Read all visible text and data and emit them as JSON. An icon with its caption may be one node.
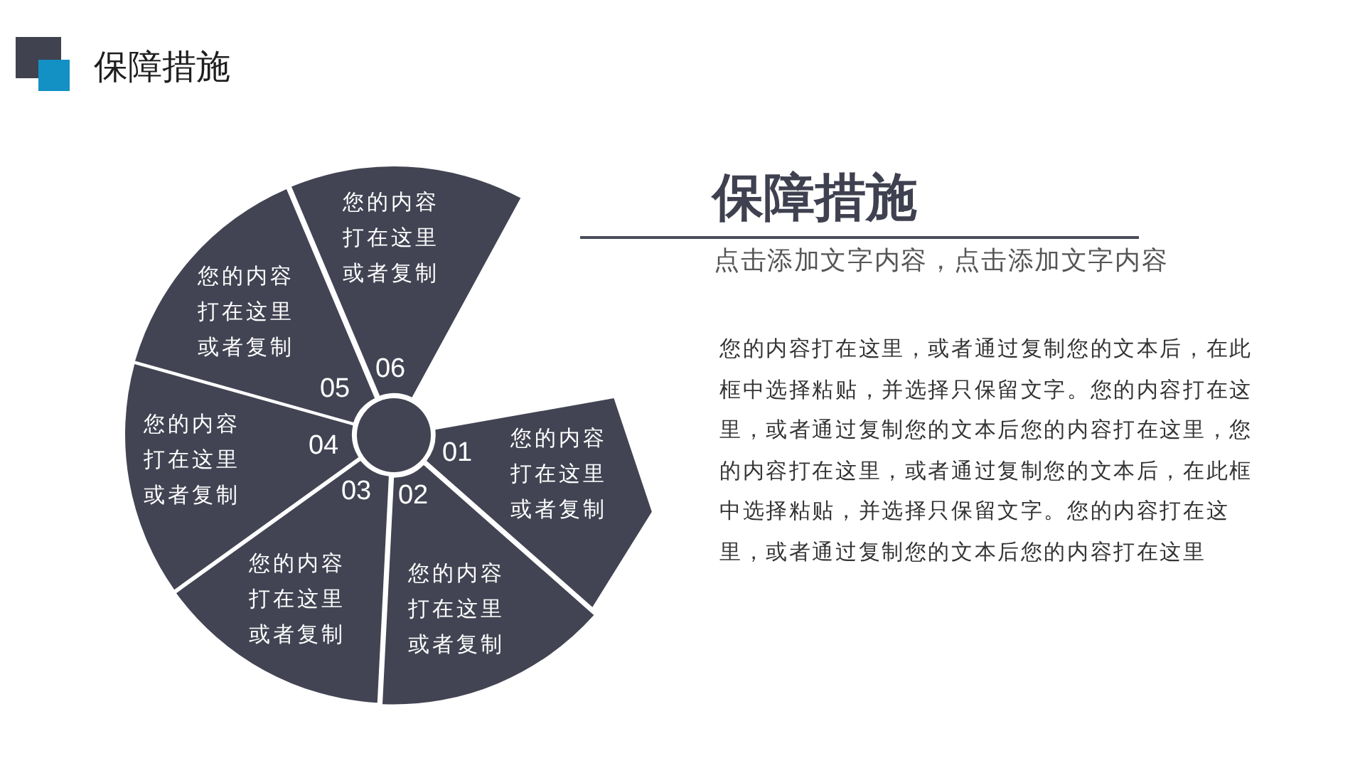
{
  "diagram": {
    "title": "保障措施",
    "nodes": [
      {
        "text": [
          "01",
          "您的内容打在这里或者复制"
        ]
      },
      {
        "text": [
          "02",
          "您的内容打在这里或者复制"
        ]
      },
      {
        "text": [
          "03",
          "您的内容打在这里或者复制"
        ]
      },
      {
        "text": [
          "您的内容打在这里或者复制",
          "04"
        ]
      },
      {
        "text": [
          "您的内容打在这里或者复制",
          "05"
        ]
      },
      {
        "text": [
          "您的内容打在这里或者复制",
          "06"
        ]
      }
    ],
    "labels": [
      "保障措施",
      "点击添加文字内容，点击添加文字内容",
      "您的内容打在这里，或者通过复制您的文本后，在此框中选择粘贴，并选择只保留文字。您的内容打在这里，或者通过复制您的文本后您的内容打在这里，您的内容打在这里，或者通过复制您的文本后，在此框中选择粘贴，并选择只保留文字。您的内容打在这里，或者通过复制您的文本后您的内容打在这里"
    ]
  }
}
